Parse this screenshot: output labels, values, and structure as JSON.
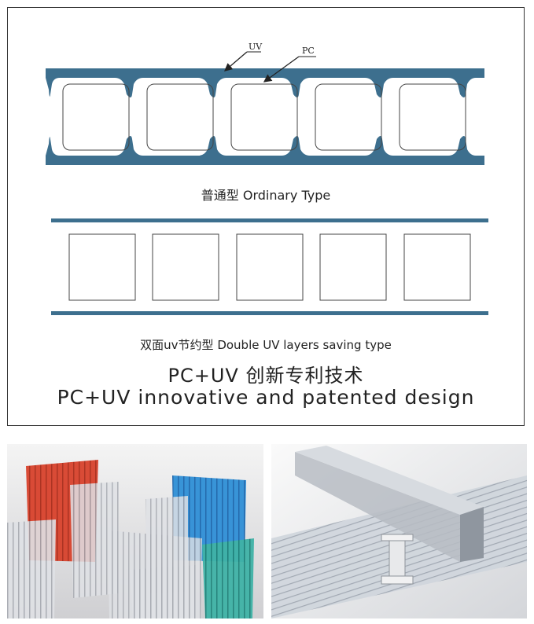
{
  "diagram": {
    "label_uv": "UV",
    "label_pc": "PC",
    "ordinary_caption": "普通型 Ordinary Type",
    "double_caption": "双面uv节约型 Double UV layers saving type",
    "title_cn": "PC+UV 创新专利技术",
    "title_en": "PC+UV innovative and patented design",
    "colors": {
      "uv_layer": "#3d6f8e",
      "outline": "#444444"
    }
  },
  "photos": [
    {
      "name": "colored-polycarbonate-sheets-photo"
    },
    {
      "name": "sheet-connector-profile-photo"
    }
  ]
}
